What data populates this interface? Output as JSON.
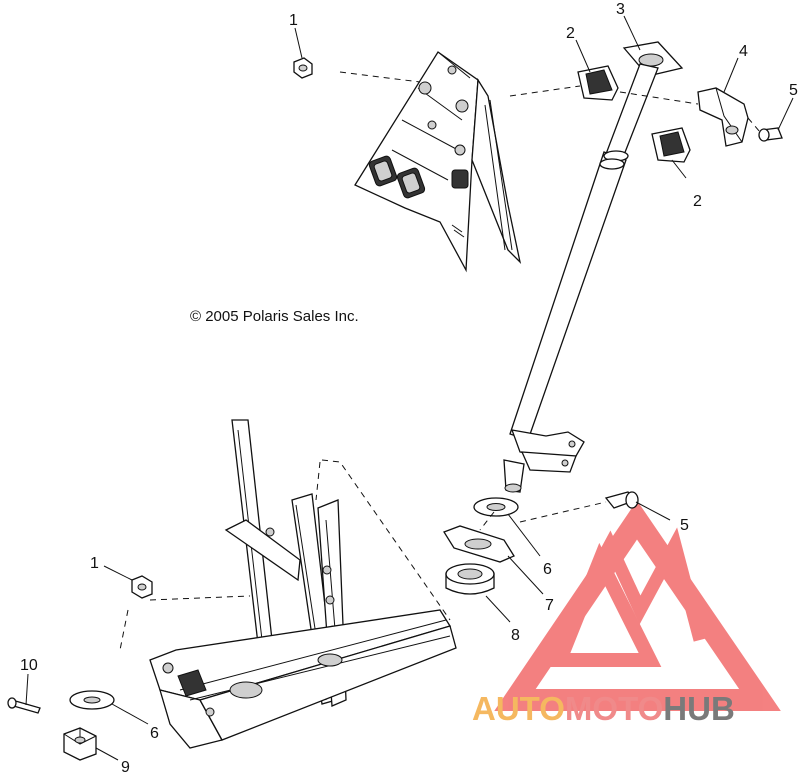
{
  "diagram": {
    "copyright": "© 2005 Polaris Sales Inc.",
    "callouts": [
      "1",
      "2",
      "3",
      "2",
      "4",
      "5",
      "5",
      "6",
      "7",
      "8",
      "1",
      "10",
      "6",
      "9"
    ]
  },
  "watermark": {
    "text_part1": "AUTO",
    "text_part2": "MOTO",
    "text_part3": "HUB",
    "colors": {
      "auto": "#f5b860",
      "moto": "#f08a8a",
      "hub": "#7a7a7a",
      "triangle": "#f26b6b"
    }
  }
}
